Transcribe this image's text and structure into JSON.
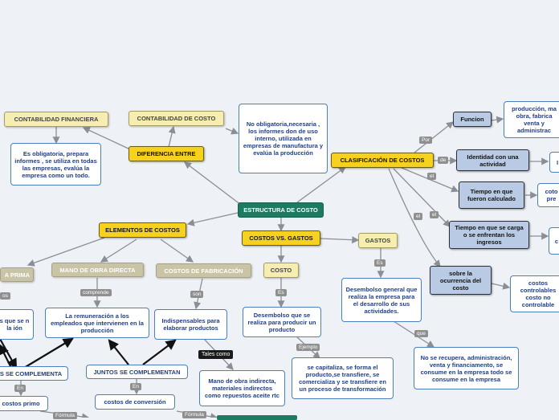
{
  "central": "ESTRUCTURA DE COSTO",
  "diferencia_entre": "DIFERENCIA ENTRE",
  "contabilidad_financiera": "CONTABILIDAD FINANCIERA",
  "contabilidad_costo": "CONTABILIDAD DE COSTO",
  "fin_desc": "Es obligatoria, prepara informes , se utiliza en todas las empresas, evalúa la empresa como un todo.",
  "costo_desc": "No obligatoria,necesaria , los informes don de uso interno, utilizada en empresas de manufactura y evalúa la producción",
  "clasificacion": "CLASIFICACIÓN DE COSTOS",
  "funcion": "Funcion",
  "funcion_desc": "producción, ma obra, fabrica venta y administrac",
  "identidad": "Identidad con una actividad",
  "identidad_desc": "I",
  "tiempo_fueron": "Tiempo en que fueron calculado",
  "tiempo_fueron_desc": "coto pre",
  "tiempo_carga": "Tiempo en que se carga o se enfrentan los ingresos",
  "tiempo_carga_desc": "c",
  "ocurrencia": "sobre la ocurrencia del costo",
  "ocurrencia_desc": "costos controlables costo no controlable",
  "lbl_por": "Por",
  "lbl_de": "de",
  "lbl_el1": "el",
  "lbl_el2": "el",
  "lbl_el3": "el",
  "elementos": "ELEMENTOS DE COSTOS",
  "materia_prima": "A PRIMA",
  "mano_obra_directa": "MANO DE OBRA DIRECTA",
  "costos_fabricacion": "COSTOS DE FABRICACIÓN",
  "lbl_comprende": "comprende",
  "lbl_son": "son",
  "lbl_os": "os",
  "mp_desc": "s que se n la ión",
  "mod_desc": "La remuneración a los empleados que intervienen en la producción",
  "cf_desc": "Indispensables para elaborar productos",
  "lbl_tales_como": "Tales como",
  "tales_desc": "Mano de obra indirecta, materiales indirectos como repuestos aceite rtc",
  "se_complementa": "S SE COMPLEMENTA",
  "juntos": "JUNTOS SE COMPLEMENTAN",
  "lbl_en1": "En",
  "lbl_en2": "En",
  "costo_primo": "costos primo",
  "costo_conversion": "costos de conversión",
  "lbl_formula1": "Fórmula",
  "lbl_formula2": "Fórmula",
  "costos_vs_gastos": "COSTOS VS. GASTOS",
  "costo": "COSTO",
  "gastos": "GASTOS",
  "lbl_es1": "Es",
  "lbl_es2": "Es",
  "costo_desc2": "Desembolso que se realiza para producir un producto",
  "gasto_desc": "Desembolso general que realiza la empresa para el desarrollo de sus actividades.",
  "lbl_ejemplo": "Ejemplo",
  "lbl_que": "que",
  "ejemplo_desc": "se capitaliza, se forma el producto,se transfiere, se comercializa y se transfiere en un proceso de transformación",
  "gasto_que_desc": "No se recupera, administración, venta y financiamento, se consume en la empresa todo se consume en la empresa"
}
